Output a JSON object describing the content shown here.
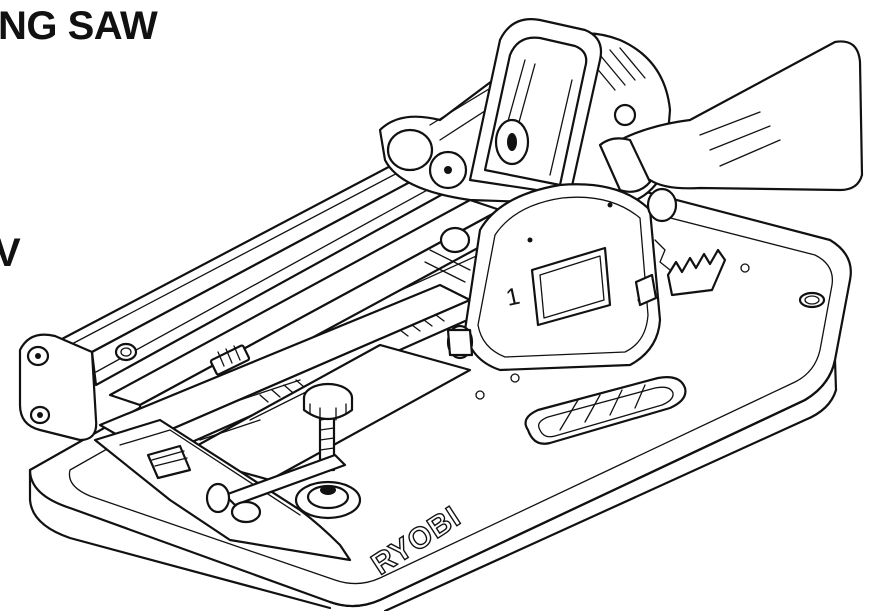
{
  "page": {
    "title": "NG SAW",
    "side_char": "V"
  },
  "drawing": {
    "brand_text": "RYOBI",
    "guard_decal": "1"
  }
}
